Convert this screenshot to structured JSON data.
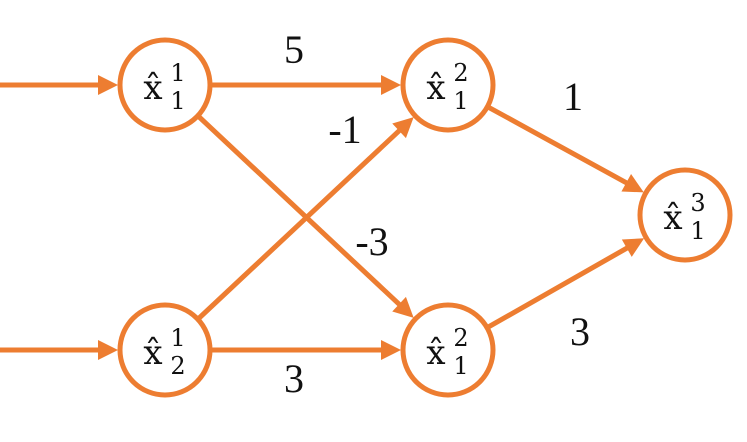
{
  "colors": {
    "accent": "#ED7D31",
    "text": "#111111"
  },
  "nodes": [
    {
      "id": "x11",
      "base": "x̂",
      "sup": "1",
      "sub": "1"
    },
    {
      "id": "x21",
      "base": "x̂",
      "sup": "1",
      "sub": "2"
    },
    {
      "id": "x12a",
      "base": "x̂",
      "sup": "2",
      "sub": "1"
    },
    {
      "id": "x12b",
      "base": "x̂",
      "sup": "2",
      "sub": "1"
    },
    {
      "id": "x13",
      "base": "x̂",
      "sup": "3",
      "sub": "1"
    }
  ],
  "edges": [
    {
      "from": "input-1",
      "to": "x11",
      "weight": ""
    },
    {
      "from": "input-2",
      "to": "x21",
      "weight": ""
    },
    {
      "from": "x11",
      "to": "x12a",
      "weight": "5"
    },
    {
      "from": "x11",
      "to": "x12b",
      "weight": "-3"
    },
    {
      "from": "x21",
      "to": "x12a",
      "weight": "-1"
    },
    {
      "from": "x21",
      "to": "x12b",
      "weight": "3"
    },
    {
      "from": "x12a",
      "to": "x13",
      "weight": "1"
    },
    {
      "from": "x12b",
      "to": "x13",
      "weight": "3"
    }
  ]
}
